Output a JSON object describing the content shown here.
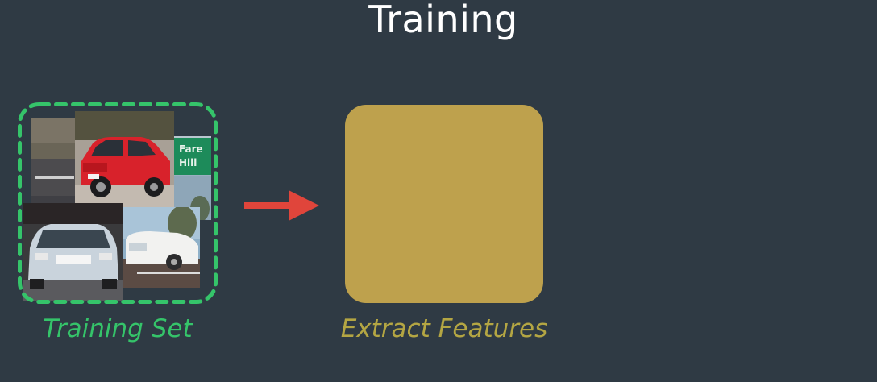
{
  "title": "Training",
  "training_set": {
    "label": "Training Set",
    "sign_text_line1": "Fare",
    "sign_text_line2": "Hill"
  },
  "extract_features": {
    "label": "Extract Features"
  },
  "colors": {
    "background": "#2f3a44",
    "training_set_accent": "#35c46a",
    "extract_box_fill": "#bea14d",
    "extract_label": "#b4a643",
    "arrow": "#e0453b",
    "title": "#ffffff"
  },
  "icons": {
    "arrow": "right-arrow-icon"
  }
}
